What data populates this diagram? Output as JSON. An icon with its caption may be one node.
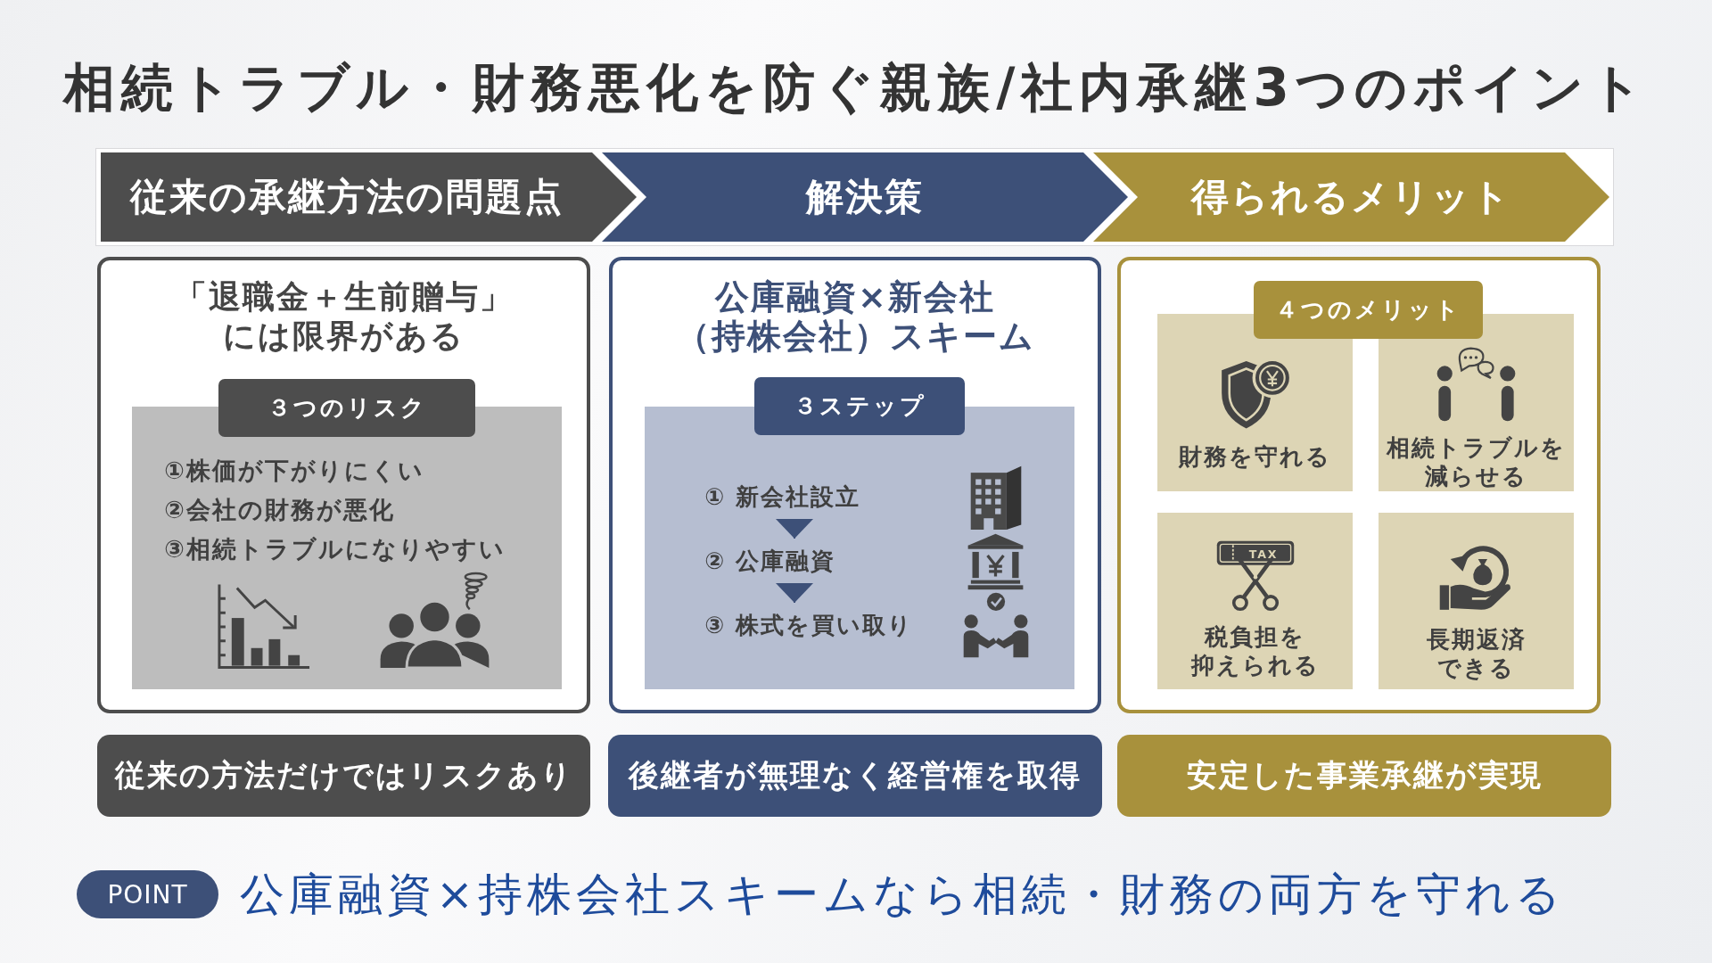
{
  "diagram": {
    "title": "相続トラブル・財務悪化を防ぐ親族/社内承継3つのポイント",
    "nodes": [
      {
        "text": [
          "従来の承継方法の問題点"
        ]
      },
      {
        "text": [
          "解決策"
        ]
      },
      {
        "text": [
          "得られるメリット"
        ]
      },
      {
        "text": [
          "「退職金＋生前贈与」には限界がある"
        ]
      },
      {
        "text": [
          "３つのリスク"
        ],
        "in": 3
      },
      {
        "text": [
          "①株価が下がりにくい",
          "②会社の財務が悪化",
          "③相続トラブルになりやすい"
        ],
        "in": 3
      },
      {
        "text": [
          "公庫融資×新会社（持株会社）スキーム"
        ]
      },
      {
        "text": [
          "３ステップ"
        ],
        "in": 6
      },
      {
        "text": [],
        "shape": "box",
        "in": 6
      },
      {
        "text": [
          "① 新会社設立"
        ],
        "in": 8
      },
      {
        "text": [
          "② 公庫融資"
        ],
        "in": 8
      },
      {
        "text": [
          "③ 株式を買い取り"
        ],
        "in": 8
      },
      {
        "text": [],
        "shape": "box"
      },
      {
        "text": [
          "４つのメリット"
        ],
        "in": 12
      },
      {
        "text": [
          "財務を守れる"
        ],
        "in": 12
      },
      {
        "text": [
          "相続トラブルを減らせる"
        ],
        "in": 12
      },
      {
        "text": [
          "税負担を抑えられる"
        ],
        "in": 12
      },
      {
        "text": [
          "長期返済できる"
        ],
        "in": 12
      },
      {
        "text": [
          "従来の方法だけではリスクあり"
        ]
      },
      {
        "text": [
          "後継者が無理なく経営権を取得"
        ]
      },
      {
        "text": [
          "安定した事業承継が実現"
        ]
      },
      {
        "text": [
          "POINT"
        ],
        "beside": [
          "公庫融資×持株会社スキームなら相続・財務の両方を守れる"
        ]
      }
    ],
    "edges": [
      {
        "from": 9,
        "to": 10,
        "arrow": "to"
      },
      {
        "from": 10,
        "to": 11,
        "arrow": "to"
      }
    ],
    "labels": [
      "TAX"
    ]
  }
}
